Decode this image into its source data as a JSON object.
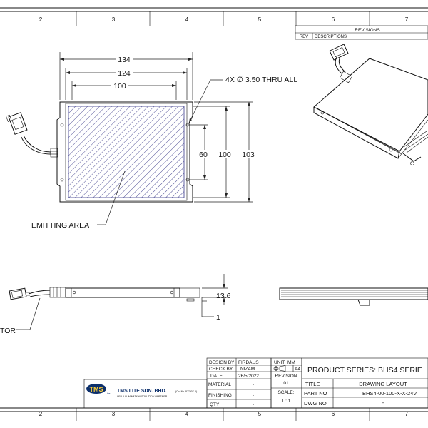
{
  "zones_top": [
    "2",
    "3",
    "4",
    "5",
    "6",
    "7"
  ],
  "zones_bottom": [
    "2",
    "3",
    "4",
    "5",
    "6",
    "7"
  ],
  "revisions": {
    "title": "REVISIONS",
    "rev": "REV",
    "descriptions": "DESCRIPTIONS"
  },
  "dims": {
    "w134": "134",
    "w124": "124",
    "w100": "100",
    "hole_note": "4X ∅ 3.50 THRU ALL",
    "h60": "60",
    "h100": "100",
    "h103": "103",
    "t13_6": "13.6",
    "t1": "1"
  },
  "labels": {
    "emitting_area": "EMITTING AREA",
    "connector": "TOR"
  },
  "title_block": {
    "design_by_label": "DESIGN BY",
    "design_by": "FIRDAUS",
    "check_by_label": "CHECK BY",
    "check_by": "NIZAM",
    "date_label": "DATE",
    "date": "26/5/2022",
    "material_label": "MATERIAL",
    "material": "-",
    "finishing_label": "FINISHING",
    "finishing": "-",
    "qty_label": "QTY",
    "qty": "-",
    "unit_label": "UNIT",
    "unit": "MM",
    "sheet_size": "A4",
    "revision_label": "REVISION",
    "revision": "01",
    "scale_label": "SCALE:",
    "scale": "1 : 1",
    "product_series": "PRODUCT SERIES: BHS4 SERIE",
    "title_label": "TITLE",
    "title": "DRAWING LAYOUT",
    "part_no_label": "PART NO",
    "part_no": "BHS4-00-100-X-X-24V",
    "dwg_no_label": "DWG NO",
    "dwg_no": "-"
  },
  "company": {
    "logo": "TMS",
    "logo_sub": "Lite",
    "name": "TMS LITE SDN. BHD.",
    "reg": "(Co. No. 877907-X)",
    "tagline": "LED ILLUMINATION SOLUTION PARTNER"
  }
}
